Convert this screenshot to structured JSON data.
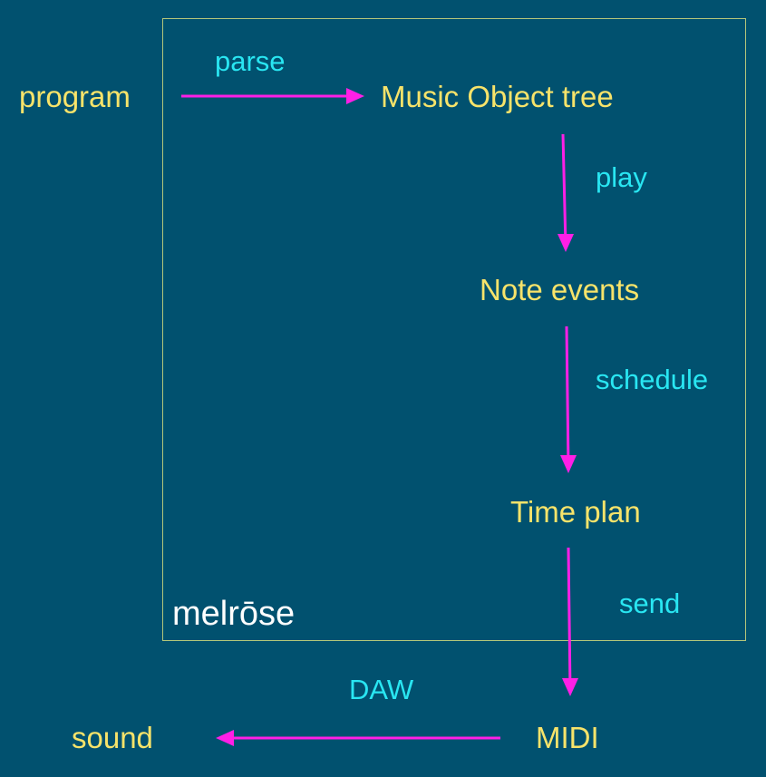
{
  "diagram": {
    "container_label": "melrōse",
    "nodes": {
      "program": "program",
      "music_object_tree": "Music Object tree",
      "note_events": "Note events",
      "time_plan": "Time plan",
      "midi": "MIDI",
      "sound": "sound"
    },
    "edges": {
      "parse": "parse",
      "play": "play",
      "schedule": "schedule",
      "send": "send",
      "daw": "DAW"
    },
    "colors": {
      "background": "#01516f",
      "frame": "#b3c77a",
      "node_text": "#f7e36a",
      "edge_text": "#29e6f2",
      "arrow": "#ff1fe6",
      "brand_text": "#ffffff"
    }
  }
}
